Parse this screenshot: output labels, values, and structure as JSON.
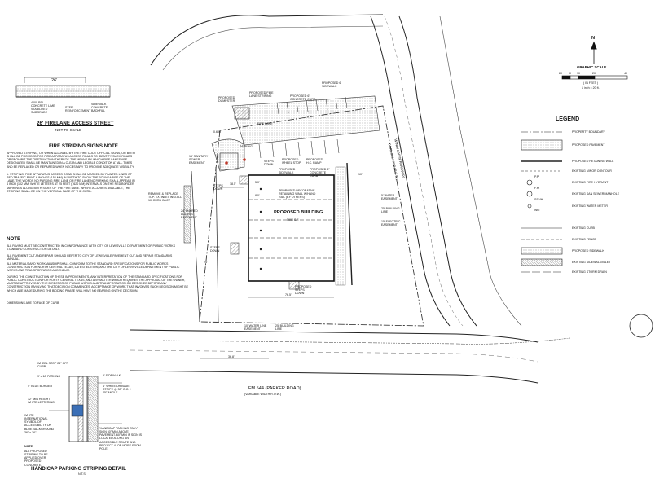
{
  "firelane_detail": {
    "title": "26' FIRELANE ACCESS STREET",
    "scale": "NOT TO SCALE",
    "dim_top": "26'",
    "dim_left": "5'",
    "dim_right": "5'",
    "note_left": "4000 PSI CONCRETE LIME STABILIZED SUBGRADE",
    "note_mid": "STEEL REINFORCEMENT",
    "note_right": "SIDEWALK CONCRETE BACKFILL"
  },
  "fire_striping": {
    "title": "FIRE STRIPING  SIGNS NOTE",
    "para1": "APPROVED STRIPING, OR WHEN ALLOWED BY THE FIRE CODE OFFICIAL SIGNS, OR BOTH SHALL BE PROVIDED FOR FIRE APPARATUS ACCESS ROADS TO IDENTIFY SUCH ROADS OR PROHIBIT THE OBSTRUCTION THEREOF. THE MEANS BY WHICH FIRE LANES ARE DESIGNATED SHALL BE MAINTAINED IN A CLEAN AND LEGIBLE CONDITION AT ALL TIMES AND BE REPLACED OR REPAIRED WHEN NECESSARY TO PROVIDE ADEQUATE VISIBILITY.",
    "para2": "1. STRIPING: FIRE APPARATUS ACCESS ROAD SHALL BE MARKED BY PAINTED LINES OF RED TRAFFIC PAINT 6 INCHES (152 MM) IN WIDTH TO SHOW THE BOUNDARIES OF THE LANE. THE WORDS NO PARKING FIRE LANE OR FIRE LANE NO PARKING SHALL APPEAR IN 4 INCH (102 MM) WHITE LETTERS AT 25 FEET (7620 MM) INTERVALS ON THE RED BORDER MARKINGS ALONG BOTH SIDES OF THE FIRE LANE. WHERE A CURB IS AVAILABLE, THE STRIPING SHALL BE ON THE VERTICAL FACE OF THE CURB."
  },
  "note": {
    "title": "NOTE",
    "p1": "ALL PAVING MUST BE CONSTRUCTED IN CONFORMANCE WITH CITY OF LEWISVILLE DEPARTMENT OF PUBLIC WORKS STANDARD CONSTRUCTION DETAILS.",
    "p2": "ALL PAVEMENT CUT AND REPAIR SHOULD REFER TO CITY OF LEWISVILLE PAVEMENT CUT AND REPAIR STANDARDS MANUAL.",
    "p3": "ALL MATERIALS AND WORKMANSHIP SHALL CONFORM TO THE STANDARD SPECIFICATIONS FOR PUBLIC WORKS CONSTRUCTION FOR NORTH CENTRAL TEXAS, LATEST EDITION, AND THE CITY OF LEWISVILLE DEPARTMENT OF PUBLIC WORKS AND TRANSPORTATION ADDENDUM.",
    "p4": "DURING THE CONSTRUCTION OF THESE IMPROVEMENTS, ANY INTERPRETATION OF THE STANDARD SPECIFICATIONS FOR PUBLIC CONSTRUCTION FOR NORTH CENTRAL TEXAS, AND ANY MATTER WHICH REQUIRES THE APPROVAL OF THE OWNER, MUST BE APPROVED BY THE DIRECTOR OF PUBLIC WORKS AND TRANSPORTATION OR DESIGNEE BEFORE ANY CONSTRUCTION INVOLVING THAT DECISION COMMENCES. ACCEPTANCE OF WORK THAT INVOLVES SUCH DECISION MIGHT BE WHICH ARE MADE DURING THE BIDDING PHASE WILL HAVE NO BEARING ON THE DECISION.",
    "p5": "DIMENSIONS ARE TO FACE OF CURB."
  },
  "handicap": {
    "title": "HANDICAP PARKING STRIPING DETAIL",
    "scale": "N.T.S.",
    "wheel_stop": "WHEEL STOP 24\" OFF CURB",
    "parking": "9' x 18' PARKING",
    "border": "4\" BLUE BORDER",
    "letters": "12\" MIN HEIGHT WHITE LETTERING",
    "symbol": "WHITE INTERNATIONAL SYMBOL OF ACCESSIBILITY ON BLUE BACKGROUND 36\" x 36\"",
    "sidewalk": "5' SIDEWALK",
    "stripes": "4\" WHITE OR BLUE STRIPE @ 30\" O.C. + 45° ANGLE",
    "sign": "'HANDICAP PARKING ONLY' SIGN 60\" MIN ABOVE PAVEMENT. 60\" MIN IF SIGN IS LOCATED ALONG AN ACCESSIBLE ROUTE AND PROJECT 4\" OR MORE FROM POLE.",
    "note_title": "NOTE:",
    "note_body": "ALL PROPOSED STRIPING TO BE APPLIED OVER PROPOSED CONCRETE."
  },
  "legend": {
    "title": "LEGEND",
    "items": [
      "PROPERTY BOUNDARY",
      "PROPOSED PAVEMENT",
      "PROPOSED RETAINING WALL",
      "EXISTING MINOR CONTOUR",
      "EXISTING FIRE HYDRANT",
      "EXISTING SAN SEWER MANHOLE",
      "EXISTING WATER METER",
      "EXISTING CURB",
      "EXISTING FENCE",
      "PROPOSED SIDEWALK",
      "EXISTING SIDEWALK/INLET",
      "EXISTING STORM DRAIN"
    ],
    "sym_fh": "F.H.",
    "sym_pp": "P.P.",
    "sym_ssmh": "SSMH",
    "sym_wm": "WM"
  },
  "scale": {
    "north": "N",
    "title": "GRAPHIC SCALE",
    "ticks": [
      "20",
      "0",
      "10",
      "20",
      "40"
    ],
    "unit": "( IN FEET )",
    "ratio": "1 inch = 20 ft."
  },
  "plan": {
    "building": "PROPOSED BUILDING",
    "building_area": "5990 S.F.",
    "road_east": "WINDHAVEN PARKWAY",
    "road_east_sub": "(VARIABLE WIDTH R.O.W.)",
    "road_south": "FM 544 (PARKER ROAD)",
    "road_south_sub": "(VARIABLE WIDTH R.O.W.)",
    "labels": {
      "proposed_sidewalk_1": "PROPOSED 6' SIDEWALK",
      "fire_lane_striping": "PROPOSED FIRE LANE STRIPING",
      "dumpster": "PROPOSED DUMPSTER",
      "concrete_curb": "PROPOSED 6\" CONCRETE CURB",
      "sanitary_easement": "15' SANITARY SEWER EASEMENT",
      "remove_replace": "REMOVE & REPLACE TOP. EX. INLET INSTALL 10' CURB INLET",
      "shared_access": "24' SHARED ACCESS EASEMENT",
      "steps_down_1": "STEPS DOWN",
      "steps_down_2": "STEPS DOWN",
      "steps_down_3": "STEPS DOWN",
      "wheel_stop": "PROPOSED WHEEL STOP",
      "hc_ramp": "PROPOSED H.C. RAMP",
      "sidewalk_2": "PROPOSED SIDEWALK",
      "concrete_curb_2": "PROPOSED 6\" CONCRETE CURB",
      "retaining_wall": "PROPOSED DECORATIVE RETAINING WALL W/HAND RAIL (BY OTHERS)",
      "water_easement": "5' WATER EASEMENT",
      "building_line": "25' BUILDING LINE",
      "electric_easement": "15' ELECTRIC EASEMENT",
      "steps_down_bottom": "PROPOSED STEPS DOWN",
      "water_line": "10' WATER LINE EASEMENT",
      "building_line_2": "25' BUILDING LINE",
      "dim_76": "76.5'",
      "dim_36": "36.8'",
      "dim_18": "18.5'",
      "dim_24": "24'",
      "dim_5": "5.0'",
      "dim_8": "8.0'",
      "dim_10": "10'",
      "fire_lane": "FIRE LANE",
      "hc_parking": "H.C. PARKING",
      "elev": "0.600"
    }
  }
}
